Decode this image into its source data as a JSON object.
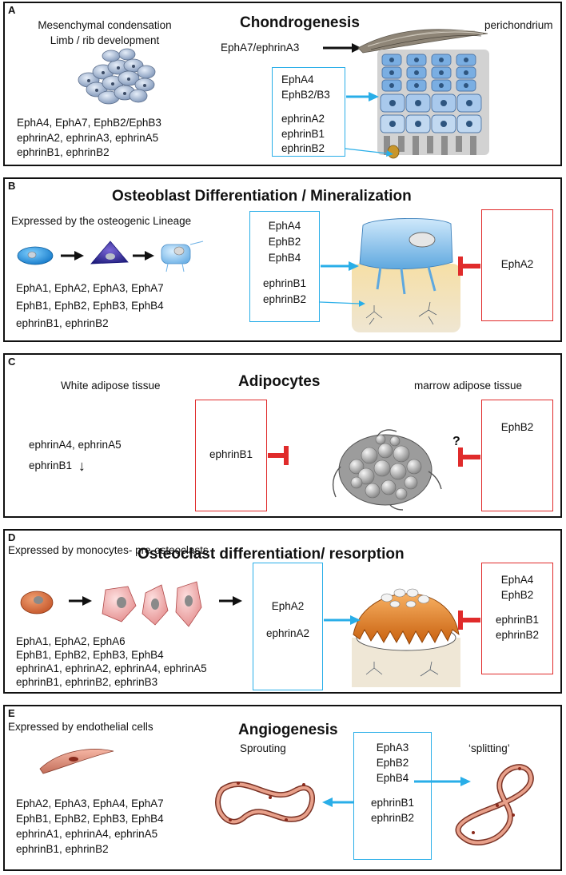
{
  "panels": {
    "a": {
      "label": "A",
      "title": "Chondrogenesis",
      "left_caption": [
        "Mesenchymal condensation",
        "Limb / rib development"
      ],
      "left_list": [
        "EphA4, EphA7, EphB2/EphB3",
        "ephrinA2, ephrinA3, ephrinA5",
        "ephrinB1, ephrinB2"
      ],
      "perichondrium_label": "perichondrium",
      "arrow_label": "EphA7/ephrinA3",
      "box_items": [
        "EphA4",
        "EphB2/B3",
        "ephrinA2",
        "ephrinB1",
        "ephrinB2"
      ]
    },
    "b": {
      "label": "B",
      "title": "Osteoblast Differentiation / Mineralization",
      "lineage_caption": "Expressed by the osteogenic Lineage",
      "left_list": [
        "EphA1, EphA2, EphA3, EphA7",
        "EphB1, EphB2, EphB3, EphB4",
        "ephrinB1, ephrinB2"
      ],
      "box_items": [
        "EphA4",
        "EphB2",
        "EphB4",
        "ephrinB1",
        "ephrinB2"
      ],
      "inhibitor": "EphA2"
    },
    "c": {
      "label": "C",
      "title": "Adipocytes",
      "left_caption": "White adipose tissue",
      "right_caption": "marrow adipose tissue",
      "left_list": [
        "ephrinA4, ephrinA5",
        "ephrinB1"
      ],
      "down_arrow": "↓",
      "inhibitor_left": "ephrinB1",
      "inhibitor_right": "EphB2",
      "question": "?"
    },
    "d": {
      "label": "D",
      "title": "Osteoclast differentiation/ resorption",
      "caption": "Expressed by monocytes- pre-osteoclasts",
      "left_list": [
        "EphA1, EphA2, EphA6",
        "EphB1, EphB2, EphB3, EphB4",
        "ephrinA1, ephrinA2, ephrinA4, ephrinA5",
        "ephrinB1, ephrinB2, ephrinB3"
      ],
      "box_items": [
        "EphA2",
        "ephrinA2"
      ],
      "inhibitor_items": [
        "EphA4",
        "EphB2",
        "ephrinB1",
        "ephrinB2"
      ]
    },
    "e": {
      "label": "E",
      "title": "Angiogenesis",
      "caption": "Expressed by endothelial cells",
      "left_list": [
        "EphA2, EphA3, EphA4, EphA7",
        "EphB1, EphB2, EphB3, EphB4",
        "ephrinA1, ephrinA4, ephrinA5",
        "ephrinB1, ephrinB2"
      ],
      "sprouting": "Sprouting",
      "splitting": "‘splitting’",
      "box_items": [
        "EphA3",
        "EphB2",
        "EphB4",
        "ephrinB1",
        "ephrinB2"
      ]
    }
  },
  "colors": {
    "promote_arrow": "#29aee8",
    "inhibit": "#e02b2b",
    "frame": "#111111"
  }
}
